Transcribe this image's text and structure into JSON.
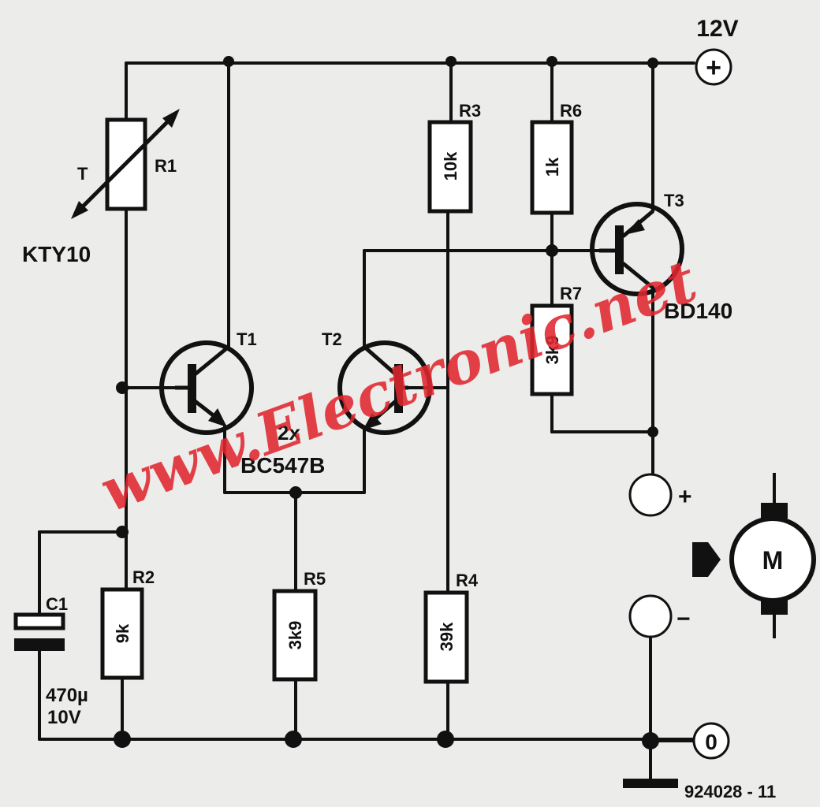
{
  "supply": {
    "voltage_label": "12V",
    "plus_symbol": "+",
    "ground_symbol": "0"
  },
  "components": {
    "R1": {
      "ref": "R1",
      "symbol": "T",
      "part": "KTY10"
    },
    "R2": {
      "ref": "R2",
      "value": "9k"
    },
    "R3": {
      "ref": "R3",
      "value": "10k"
    },
    "R4": {
      "ref": "R4",
      "value": "39k"
    },
    "R5": {
      "ref": "R5",
      "value": "3k9"
    },
    "R6": {
      "ref": "R6",
      "value": "1k"
    },
    "R7": {
      "ref": "R7",
      "value": "3k9"
    },
    "C1": {
      "ref": "C1",
      "value": "470µ",
      "voltage": "10V"
    },
    "T1": {
      "ref": "T1"
    },
    "T2": {
      "ref": "T2"
    },
    "T3": {
      "ref": "T3",
      "part": "BD140"
    },
    "pair": {
      "count": "2x",
      "part": "BC547B"
    },
    "motor": {
      "symbol": "M",
      "plus": "+",
      "minus": "−"
    }
  },
  "watermark": "www.Electronic.net",
  "figure_code": "924028 - 11",
  "colors": {
    "ink": "#111111",
    "watermark": "#e0262e",
    "paper": "#ececea"
  }
}
